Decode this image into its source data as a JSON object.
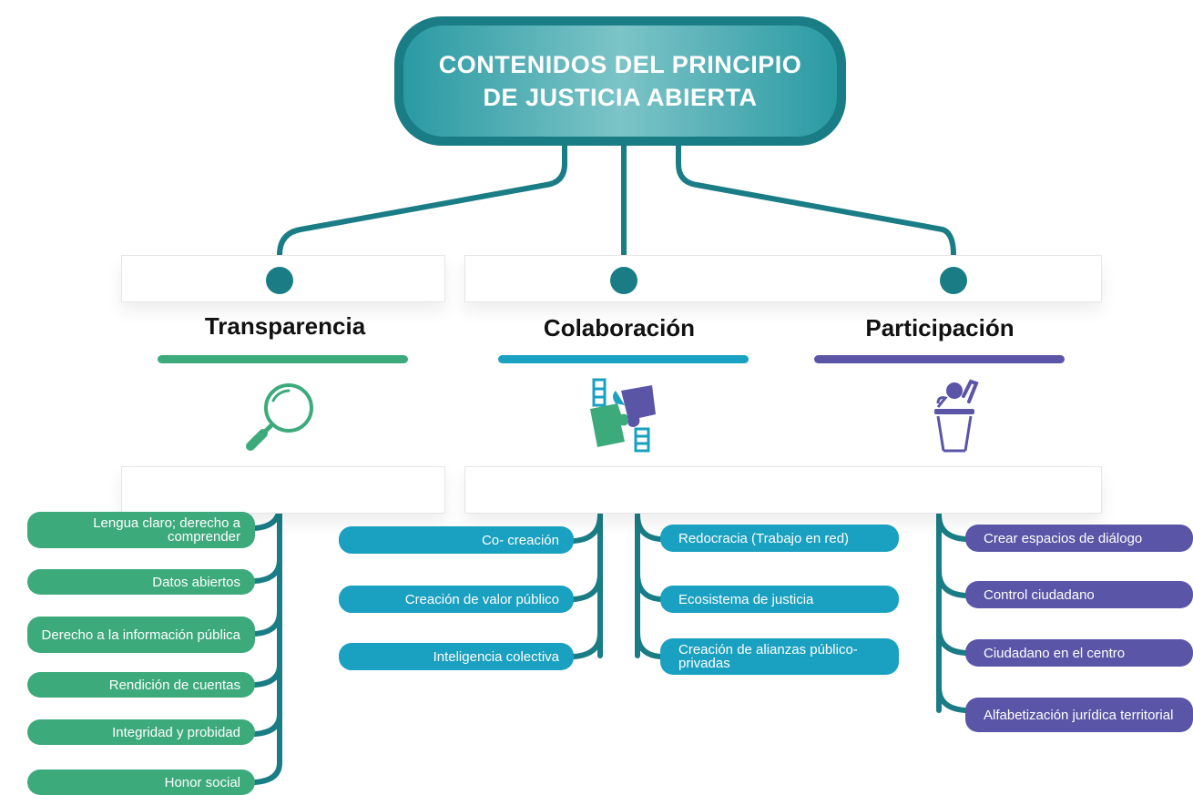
{
  "title": "CONTENIDOS DEL PRINCIPIO DE JUSTICIA ABIERTA",
  "columns": [
    {
      "name": "Transparencia",
      "color": "#3daa7c",
      "icon": "magnifying-glass-icon",
      "items": [
        "Lengua claro; derecho a comprender",
        "Datos abiertos",
        "Derecho a la información pública",
        "Rendición de cuentas",
        "Integridad y probidad",
        "Honor social"
      ]
    },
    {
      "name": "Colaboración",
      "color": "#1aa0c0",
      "icon": "puzzle-collaboration-icon",
      "left_items": [
        "Co- creación",
        "Creación de valor público",
        "Inteligencia colectiva"
      ],
      "right_items": [
        "Redocracia (Trabajo en red)",
        "Ecosistema de justicia",
        "Creación de alianzas público- privadas"
      ]
    },
    {
      "name": "Participación",
      "color": "#5a55a7",
      "icon": "speaker-podium-icon",
      "items": [
        "Crear espacios de diálogo",
        "Control ciudadano",
        "Ciudadano en el centro",
        "Alfabetización jurídica territorial"
      ]
    }
  ],
  "connector_color": "#1a7d85"
}
